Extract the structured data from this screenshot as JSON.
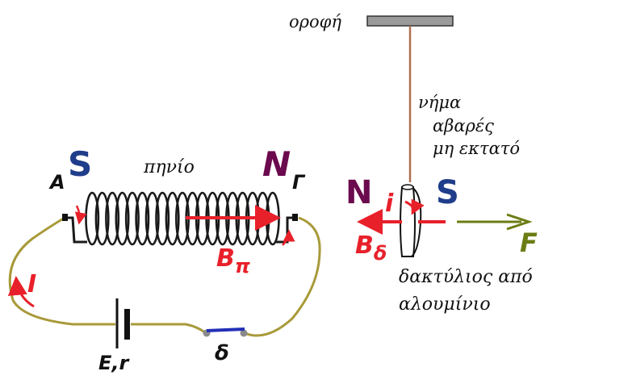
{
  "labels": {
    "ceiling": "οροφή",
    "string_line1": "νήμα",
    "string_line2": "αβαρές",
    "string_line3": "μη εκτατό",
    "coil": "πηνίο",
    "point_a": "Α",
    "point_g": "Γ",
    "coil_south": "S",
    "coil_north": "N",
    "coil_field": "Β",
    "coil_field_sub": "π",
    "current": "I",
    "battery": "E,r",
    "switch": "δ",
    "ring_north": "N",
    "ring_south": "S",
    "ring_current": "i",
    "ring_field": "Β",
    "ring_field_sub": "δ",
    "force": "F",
    "ring_line1": "δακτύλιος από",
    "ring_line2": "αλουμίνιο"
  },
  "colors": {
    "wire": "#a89a3a",
    "coil": "#1a1a1a",
    "red": "#e8202a",
    "navy": "#1f3d8a",
    "purple": "#6b0a4e",
    "olive": "#6b7d14",
    "switch": "#2230b8",
    "string": "#b07050",
    "ceiling": "#9a9a9a"
  }
}
